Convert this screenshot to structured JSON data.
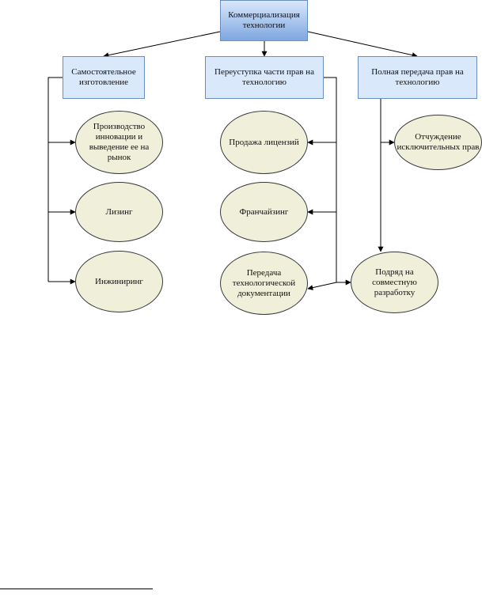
{
  "nodes": {
    "root": "Коммерциализация\nтехнологии",
    "own_manufacture": "Самостоятельное\nизготовление",
    "partial_transfer": "Переуступка части прав на\nтехнологию",
    "full_transfer": "Полная передача прав на\nтехнологию",
    "production": "Производство\nинновации и\nвыведение ее на\nрынок",
    "leasing": "Лизинг",
    "engineering": "Инжиниринг",
    "license_sale": "Продажа лицензий",
    "franchising": "Франчайзинг",
    "tech_docs": "Передача\nтехнологической\nдокументации",
    "alienation": "Отчуждение\nисключительных прав",
    "joint_dev": "Подряд на\nсовместную\nразработку"
  },
  "colors": {
    "box_fill": "#dae8fc",
    "box_fill_gradient_end": "#7ea6e0",
    "box_border": "#6c8ebf",
    "ellipse_fill": "#f0efd9",
    "ellipse_border": "#36393d",
    "line": "#000000"
  }
}
